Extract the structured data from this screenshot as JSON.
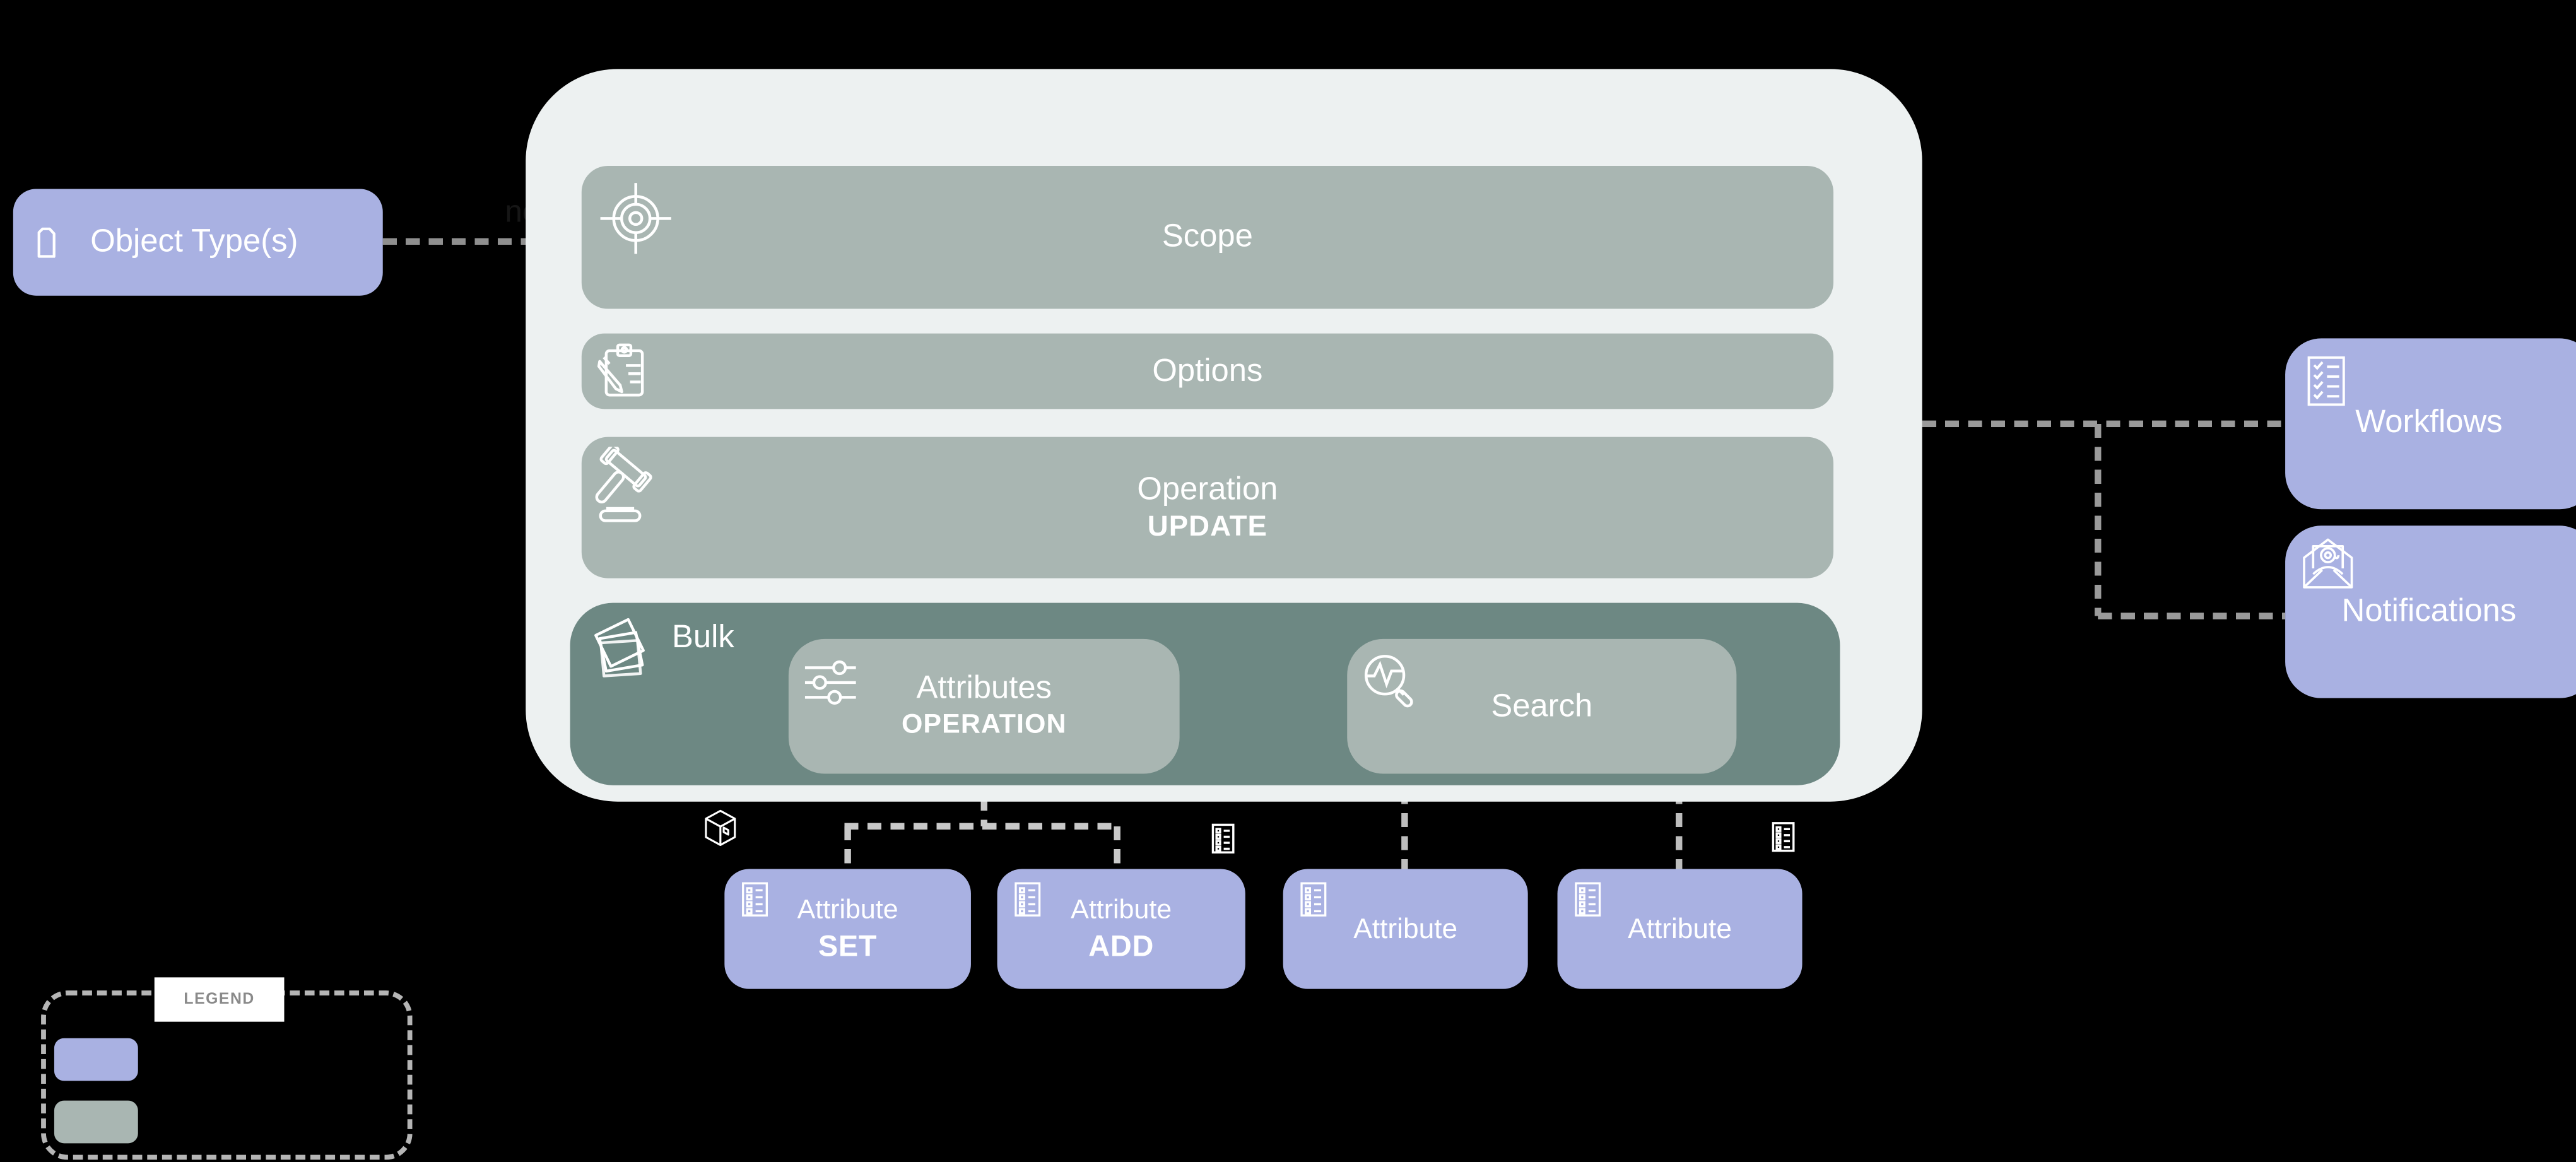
{
  "diagram": {
    "background": "#000000",
    "object_type_box": {
      "label": "Object Type(s)",
      "icon": "folder-icon",
      "color": "#a9b1e2"
    },
    "edge_label_fragment": "nce",
    "container": {
      "color": "#edf1f1",
      "rows": [
        {
          "label": "Scope",
          "icon": "target-icon",
          "color": "#a9b6b2"
        },
        {
          "label": "Options",
          "icon": "clipboard-pencil-icon",
          "color": "#a9b6b2"
        },
        {
          "label": "Operation",
          "sublabel": "UPDATE",
          "icon": "gavel-icon",
          "color": "#a9b6b2"
        }
      ],
      "bulk": {
        "label": "Bulk",
        "icon": "stacked-papers-icon",
        "color": "#6d8883",
        "children": [
          {
            "label": "Attributes",
            "sublabel": "OPERATION",
            "icon": "sliders-icon",
            "color": "#a9b6b2"
          },
          {
            "label": "Search",
            "icon": "search-pulse-icon",
            "color": "#a9b6b2"
          }
        ]
      }
    },
    "right_boxes": [
      {
        "label": "Workflows",
        "icon": "checklist-icon",
        "color": "#a9b1e2"
      },
      {
        "label": "Notifications",
        "icon": "mail-at-icon",
        "color": "#a9b1e2"
      }
    ],
    "attribute_boxes": [
      {
        "label": "Attribute",
        "sublabel": "SET",
        "icon": "form-list-icon",
        "color": "#a9b1e2"
      },
      {
        "label": "Attribute",
        "sublabel": "ADD",
        "icon": "form-list-icon",
        "color": "#a9b1e2"
      },
      {
        "label": "Attribute",
        "sublabel": "",
        "icon": "form-list-icon",
        "color": "#a9b1e2"
      },
      {
        "label": "Attribute",
        "sublabel": "",
        "icon": "form-list-icon",
        "color": "#a9b1e2"
      }
    ],
    "floating_icons": [
      "package-icon",
      "form-list-icon",
      "form-list-icon"
    ],
    "legend": {
      "title": "LEGEND",
      "swatches": [
        {
          "color": "#a9b1e2"
        },
        {
          "color": "#a9b6b2"
        }
      ]
    },
    "connector_colors": {
      "gray": "#9a9a9a",
      "light": "#c9c9c9",
      "inside_box": "#d8d6d3"
    }
  }
}
